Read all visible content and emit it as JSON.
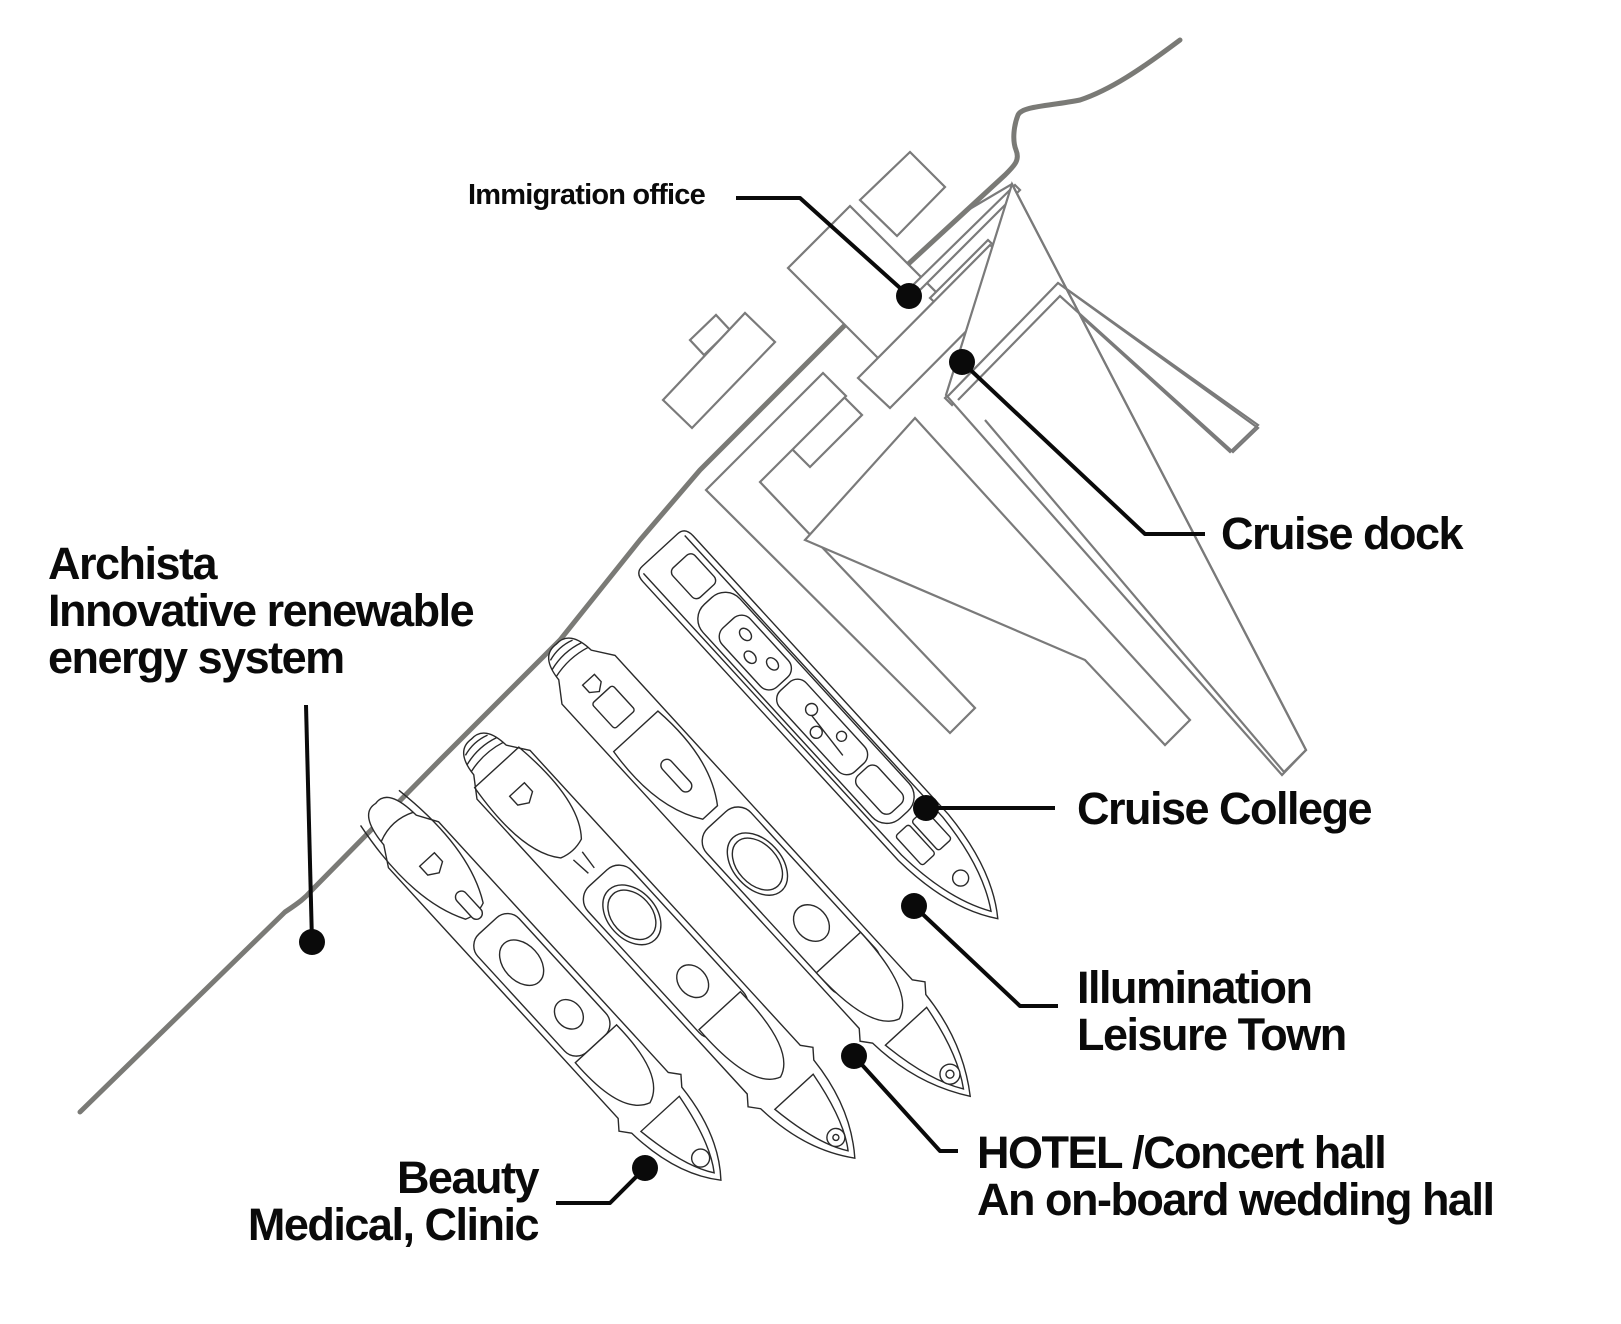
{
  "diagram": {
    "type": "site-plan",
    "theme": {
      "coastline_color": "#7a7a76",
      "structure_color": "#7a7a7a",
      "ship_line_color": "#2a2a2a",
      "callout_color": "#0a0a0a",
      "background": "#ffffff"
    },
    "labels": {
      "immigration_office": "Immigration office",
      "cruise_dock": "Cruise dock",
      "cruise_college": "Cruise College",
      "illumination": {
        "line1": "Illumination",
        "line2": "Leisure Town"
      },
      "hotel": {
        "line1": "HOTEL /Concert hall",
        "line2": "An on-board wedding hall"
      },
      "beauty": {
        "line1": "Beauty",
        "line2": "Medical, Clinic"
      },
      "archista": {
        "line1": "Archista",
        "line2": "Innovative renewable",
        "line3": "energy system"
      }
    },
    "ships": [
      {
        "name": "Cruise College ship"
      },
      {
        "name": "Illumination Leisure Town ship"
      },
      {
        "name": "Hotel / Concert hall ship"
      },
      {
        "name": "Beauty Medical Clinic ship"
      }
    ]
  }
}
